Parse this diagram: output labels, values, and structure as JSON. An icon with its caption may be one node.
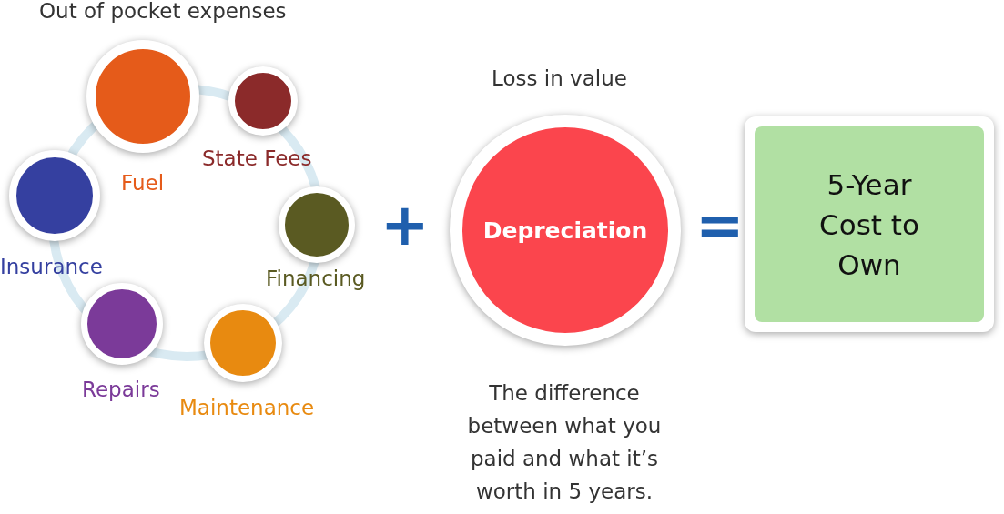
{
  "diagram": {
    "nodes": [
      {
        "text": [],
        "shape": "circle",
        "beside": [
          "Fuel"
        ]
      },
      {
        "text": [],
        "shape": "circle",
        "beside": [
          "State Fees"
        ]
      },
      {
        "text": [],
        "shape": "circle",
        "beside": [
          "Insurance"
        ]
      },
      {
        "text": [],
        "shape": "circle",
        "beside": [
          "Financing"
        ]
      },
      {
        "text": [],
        "shape": "circle",
        "beside": [
          "Repairs"
        ]
      },
      {
        "text": [],
        "shape": "circle",
        "beside": [
          "Maintenance"
        ]
      },
      {
        "text": [
          "Depreciation"
        ],
        "beside": [
          "Loss in value",
          "The difference between what you paid and what it’s worth in 5 years."
        ]
      },
      {
        "text": [
          "5-Year Cost to Own"
        ]
      }
    ],
    "labels": [
      "Out of pocket expenses",
      "+",
      "="
    ]
  }
}
